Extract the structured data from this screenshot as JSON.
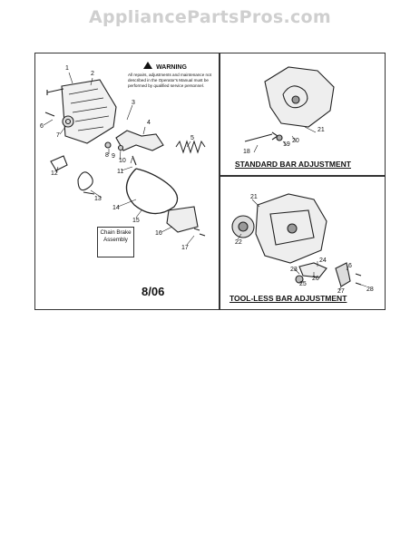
{
  "watermark": "AppliancePartsPros.com",
  "warning": {
    "title": "WARNING",
    "text": "All repairs, adjustments and maintenance not described in the Operator's Manual must be performed by qualified service personnel."
  },
  "assembly_label": "Chain Brake Assembly",
  "date_code": "8/06",
  "captions": {
    "standard": "STANDARD BAR ADJUSTMENT",
    "toolless": "TOOL-LESS BAR ADJUSTMENT"
  },
  "callouts": {
    "c1": "1",
    "c2": "2",
    "c3": "3",
    "c4": "4",
    "c5": "5",
    "c6": "6",
    "c7": "7",
    "c8": "8",
    "c9": "9",
    "c10": "10",
    "c11": "11",
    "c12": "12",
    "c13": "13",
    "c14": "14",
    "c15": "15",
    "c16": "16",
    "c17": "17",
    "c18": "18",
    "c19": "19",
    "c20": "20",
    "c21a": "21",
    "c21b": "21",
    "c22": "22",
    "c23": "23",
    "c24": "24",
    "c25": "25",
    "c26": "26",
    "c27": "27",
    "c28": "28",
    "c6b": "6"
  }
}
